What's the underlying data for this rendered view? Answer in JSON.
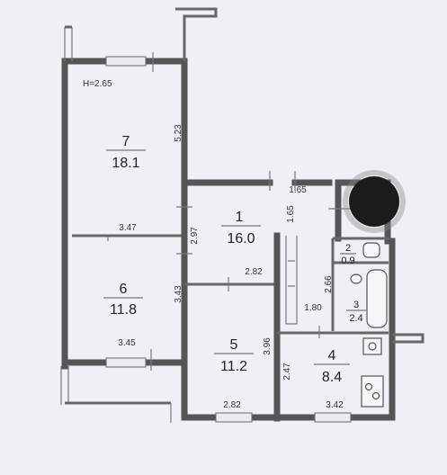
{
  "plan": {
    "ceiling_height": "H=2.65",
    "rooms": [
      {
        "num": "7",
        "area": "18.1"
      },
      {
        "num": "1",
        "area": "16.0"
      },
      {
        "num": "6",
        "area": "11.8"
      },
      {
        "num": "5",
        "area": "11.2"
      },
      {
        "num": "4",
        "area": "8.4"
      },
      {
        "num": "2",
        "area": "0.9"
      },
      {
        "num": "3",
        "area": "2.4"
      }
    ],
    "dimensions": [
      "5.23",
      "3.47",
      "2.97",
      "3.43",
      "3.45",
      "1.65",
      "1.65",
      "2.82",
      "2.66",
      "1.80",
      "3.96",
      "2.47",
      "2.82",
      "3.42"
    ]
  }
}
